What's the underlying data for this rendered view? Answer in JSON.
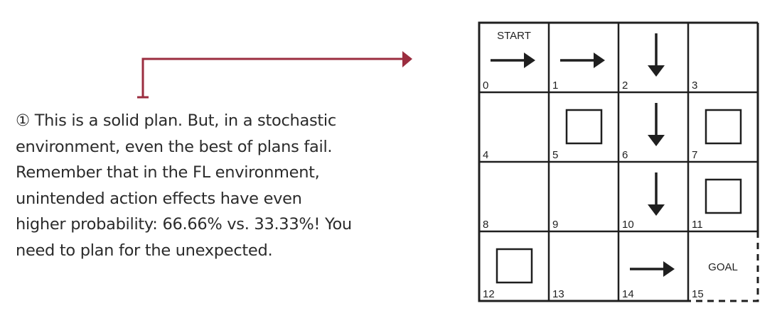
{
  "annotation": {
    "lines": [
      "① This is a solid plan. But, in a stochastic",
      "environment, even the best of plans fail.",
      "Remember that in the FL environment,",
      "unintended action effects have even",
      "higher probability: 66.66% vs. 33.33%! You",
      "need to plan for the unexpected."
    ]
  },
  "arrow_color": "#9b2d3f",
  "grid": {
    "start_label": "START",
    "goal_label": "GOAL",
    "cells": [
      {
        "index": "0",
        "content": "arrow-right"
      },
      {
        "index": "1",
        "content": "arrow-right"
      },
      {
        "index": "2",
        "content": "arrow-down"
      },
      {
        "index": "3",
        "content": "empty"
      },
      {
        "index": "4",
        "content": "empty"
      },
      {
        "index": "5",
        "content": "hole"
      },
      {
        "index": "6",
        "content": "arrow-down"
      },
      {
        "index": "7",
        "content": "hole"
      },
      {
        "index": "8",
        "content": "empty"
      },
      {
        "index": "9",
        "content": "empty"
      },
      {
        "index": "10",
        "content": "arrow-down"
      },
      {
        "index": "11",
        "content": "hole"
      },
      {
        "index": "12",
        "content": "hole"
      },
      {
        "index": "13",
        "content": "empty"
      },
      {
        "index": "14",
        "content": "arrow-right"
      },
      {
        "index": "15",
        "content": "goal"
      }
    ]
  }
}
